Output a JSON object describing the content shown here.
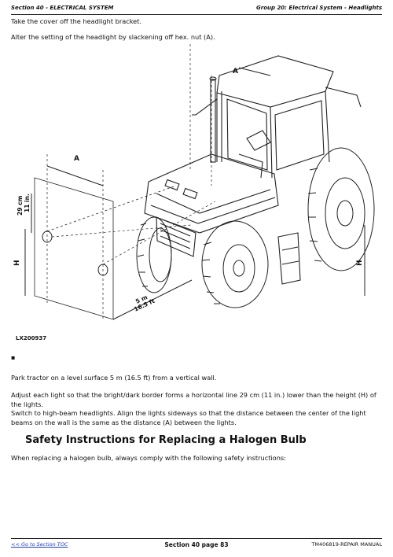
{
  "header": {
    "section": "Section 40 - ELECTRICAL SYSTEM",
    "group": "Group 20: Electrical System - Headlights"
  },
  "intro": {
    "line1": "Take the cover off the headlight bracket.",
    "line2": "Alter the setting of the headlight by slackening off hex. nut (A)."
  },
  "figure": {
    "label_a_top": "A",
    "label_a_left": "A",
    "label_h_left": "H",
    "label_h_right": "H",
    "dim_cm": "29 cm",
    "dim_in": "11 in.",
    "dist_m": "5 m",
    "dist_ft": "16.5 ft",
    "code": "LX200937"
  },
  "bullet": "▪",
  "body": {
    "p1": "Park tractor on a level surface 5 m (16.5 ft) from a vertical wall.",
    "p2": "Adjust each light so that the bright/dark border forms a horizontal line 29 cm (11 in.) lower than the height (H) of the lights.",
    "p3": "Switch to high-beam headlights. Align the lights sideways so that the distance between the center of the light beams on the wall is the same as the distance (A) between the lights."
  },
  "safety": {
    "heading": "Safety Instructions for Replacing a Halogen Bulb",
    "text": "When replacing a halogen bulb, always comply with the following safety instructions:"
  },
  "footer": {
    "back_link": "<< Go to Section TOC",
    "page": "Section 40 page 83",
    "manual": "TM406819-REPAIR MANUAL"
  }
}
